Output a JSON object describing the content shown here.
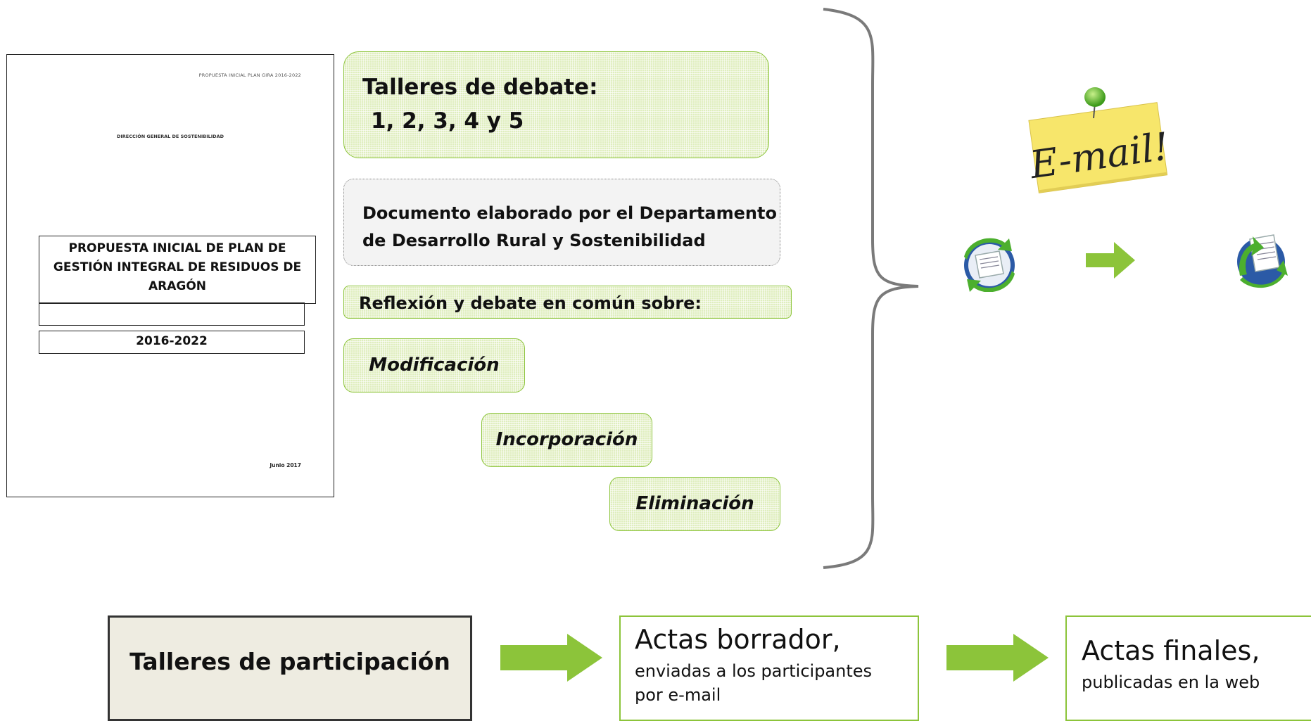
{
  "document": {
    "header": "PROPUESTA INICIAL PLAN GIRA 2016-2022",
    "department": "DIRECCIÓN GENERAL DE SOSTENIBILIDAD",
    "title": "PROPUESTA INICIAL DE PLAN DE GESTIÓN INTEGRAL DE RESIDUOS DE ARAGÓN",
    "blank": "",
    "period": "2016-2022",
    "date": "Junio 2017"
  },
  "talleres_debate": {
    "line1": "Talleres de debate:",
    "line2": "1, 2, 3, 4 y 5"
  },
  "documento_elaborado": {
    "line1": "Documento elaborado por el Departamento",
    "line2": "de Desarrollo Rural y Sostenibilidad"
  },
  "reflexion": "Reflexión y debate en común sobre:",
  "options": {
    "modificacion": "Modificación",
    "incorporacion": "Incorporación",
    "eliminacion": "Eliminación"
  },
  "email_note": "E-mail!",
  "icons": {
    "email": "email-sticky-note-icon",
    "recycle_left": "recycle-document-icon",
    "arrow": "right-arrow-icon",
    "recycle_right": "recycle-document-icon"
  },
  "bottom": {
    "talleres_participacion": "Talleres de participación",
    "actas_borrador_title": "Actas borrador,",
    "actas_borrador_line1": "enviadas a los participantes",
    "actas_borrador_line2": "por e-mail",
    "actas_finales_title": "Actas finales,",
    "actas_finales_sub": "publicadas en la web"
  },
  "colors": {
    "green_fill": "#dfeebe",
    "green_border": "#8cc43a",
    "arrow_green": "#8cc43a",
    "note_yellow": "#f7e66b",
    "beige": "#eeece1"
  }
}
